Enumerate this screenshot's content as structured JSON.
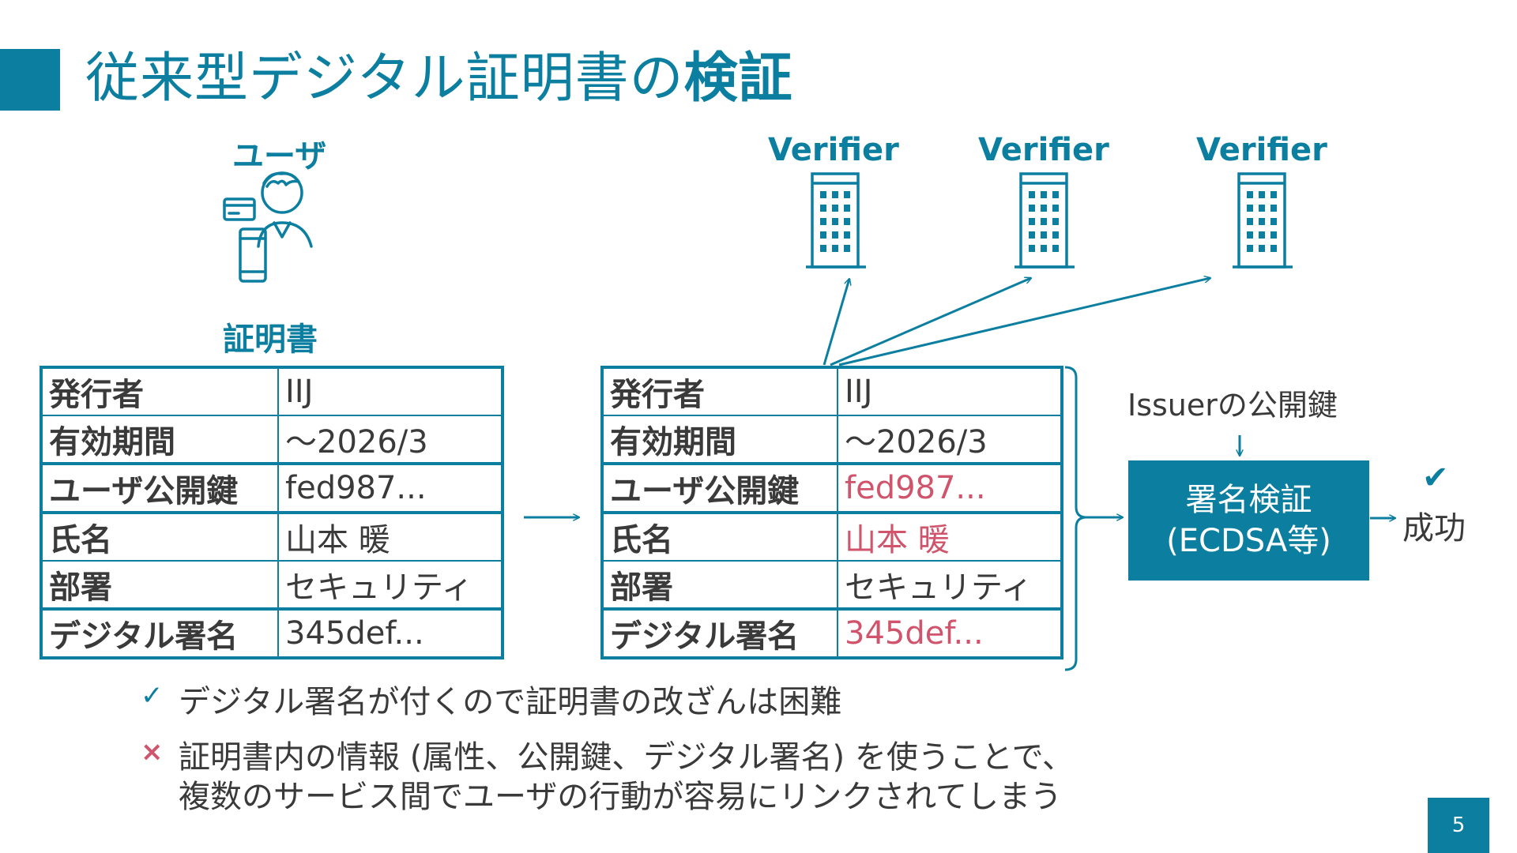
{
  "title": {
    "light": "従来型デジタル証明書の",
    "bold": "検証"
  },
  "user_label": "ユーザ",
  "cert_label": "証明書",
  "verifiers": [
    "Verifier",
    "Verifier",
    "Verifier"
  ],
  "cert_rows": [
    {
      "key": "発行者",
      "value": "IIJ"
    },
    {
      "key": "有効期間",
      "value": "～2026/3"
    },
    {
      "key": "ユーザ公開鍵",
      "value": "fed987..."
    },
    {
      "key": "氏名",
      "value": "山本 暖"
    },
    {
      "key": "部署",
      "value": "セキュリティ"
    },
    {
      "key": "デジタル署名",
      "value": "345def..."
    }
  ],
  "issuer_key_label": "Issuerの公開鍵",
  "verify_box": {
    "line1": "署名検証",
    "line2": "(ECDSA等)"
  },
  "result": {
    "mark": "✔",
    "label": "成功"
  },
  "notes": [
    {
      "mark": "✓",
      "text": "デジタル署名が付くので証明書の改ざんは困難"
    },
    {
      "mark": "×",
      "text": "証明書内の情報 (属性、公開鍵、デジタル署名) を使うことで、",
      "text2": "複数のサービス間でユーザの行動が容易にリンクされてしまう"
    }
  ],
  "page_number": "5",
  "colors": {
    "accent": "#0c7fa0",
    "highlight": "#d0546b",
    "text": "#3a3a3a"
  }
}
